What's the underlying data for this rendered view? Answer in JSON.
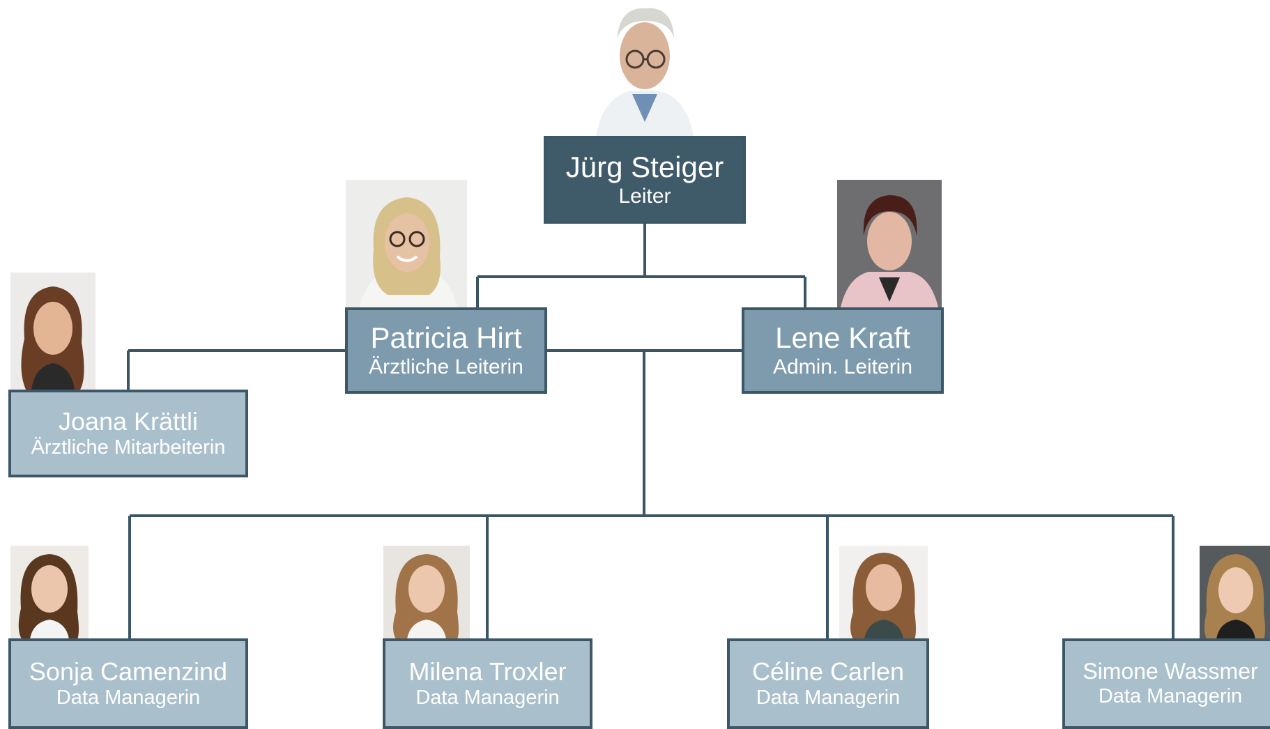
{
  "org": {
    "head": {
      "name": "Jürg Steiger",
      "role": "Leiter"
    },
    "medical_lead": {
      "name": "Patricia Hirt",
      "role": "Ärztliche Leiterin"
    },
    "admin_lead": {
      "name": "Lene Kraft",
      "role": "Admin. Leiterin"
    },
    "medical_staff": {
      "name": "Joana Krättli",
      "role": "Ärztliche Mitarbeiterin"
    },
    "data_managers": [
      {
        "name": "Sonja Camenzind",
        "role": "Data Managerin"
      },
      {
        "name": "Milena Troxler",
        "role": "Data Managerin"
      },
      {
        "name": "Céline Carlen",
        "role": "Data Managerin"
      },
      {
        "name": "Simone Wassmer",
        "role": "Data Managerin"
      }
    ]
  },
  "colors": {
    "connector": "#3b5564",
    "box_dark": "#3f5a69",
    "box_mid": "#7e9bad",
    "box_light": "#a9c0cc",
    "border": "#3d5766"
  }
}
